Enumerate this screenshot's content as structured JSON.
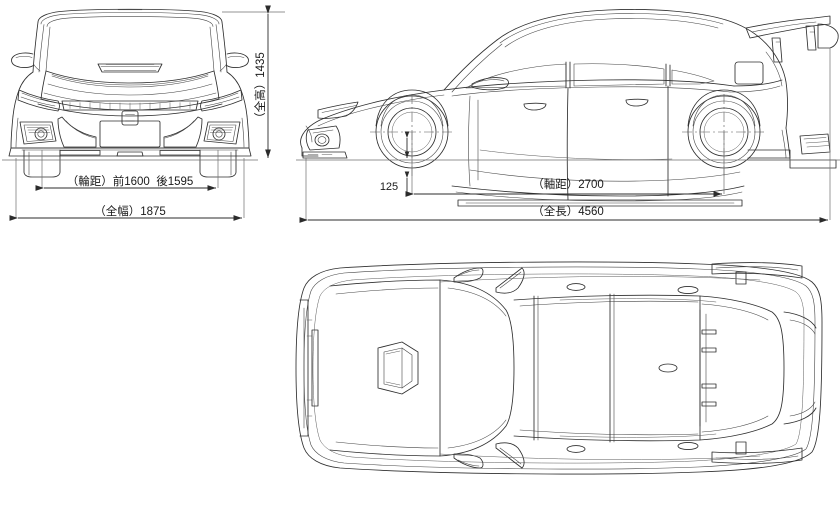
{
  "drawing": {
    "title": "Vehicle dimension drawing",
    "subject": "hatchback-three-view-orthographic-projection",
    "units": "mm",
    "background_color": "#ffffff",
    "line_color": "#2f2f2f",
    "text_color": "#1a1a1a"
  },
  "views": {
    "front": {
      "name": "front-elevation"
    },
    "side": {
      "name": "side-elevation"
    },
    "top": {
      "name": "top-plan"
    }
  },
  "dimensions": {
    "overall_height": {
      "label": "（全高）1435",
      "value": 1435,
      "orientation": "vertical",
      "view": "front"
    },
    "track": {
      "label": "（輪距）前1600  後1595",
      "front_value": 1600,
      "rear_value": 1595,
      "orientation": "horizontal",
      "view": "front"
    },
    "overall_width": {
      "label": "（全幅）1875",
      "value": 1875,
      "orientation": "horizontal",
      "view": "front"
    },
    "ground_clearance": {
      "label": "125",
      "value": 125,
      "orientation": "vertical",
      "view": "side"
    },
    "wheelbase": {
      "label": "（軸距）2700",
      "value": 2700,
      "orientation": "horizontal",
      "view": "side"
    },
    "overall_length": {
      "label": "（全長）4560",
      "value": 4560,
      "orientation": "horizontal",
      "view": "side"
    }
  }
}
